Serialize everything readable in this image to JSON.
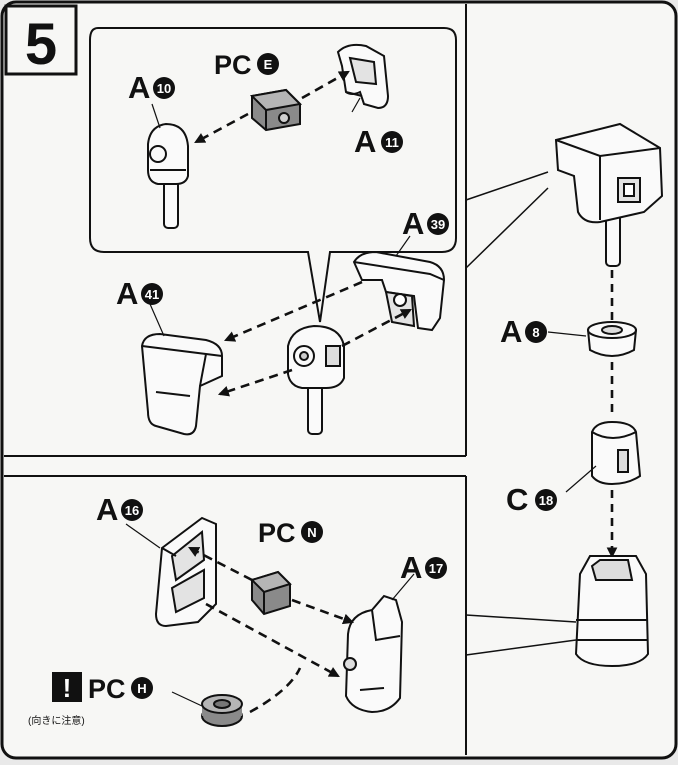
{
  "step": {
    "number": "5"
  },
  "parts": {
    "a10": {
      "letter": "A",
      "num": "10"
    },
    "pc_e": {
      "letter": "PC",
      "num": "E"
    },
    "a11": {
      "letter": "A",
      "num": "11"
    },
    "a39": {
      "letter": "A",
      "num": "39"
    },
    "a41": {
      "letter": "A",
      "num": "41"
    },
    "a8": {
      "letter": "A",
      "num": "8"
    },
    "c18": {
      "letter": "C",
      "num": "18"
    },
    "a16": {
      "letter": "A",
      "num": "16"
    },
    "pc_n": {
      "letter": "PC",
      "num": "N"
    },
    "a17": {
      "letter": "A",
      "num": "17"
    },
    "pc_h": {
      "letter": "PC",
      "num": "H"
    }
  },
  "warning": {
    "mark": "!",
    "note": "(向きに注意)"
  },
  "colors": {
    "line": "#111111",
    "paper": "#f7f7f5",
    "background": "#e9e9e9",
    "polycap": "#8a8a8a",
    "badge": "#111111"
  }
}
